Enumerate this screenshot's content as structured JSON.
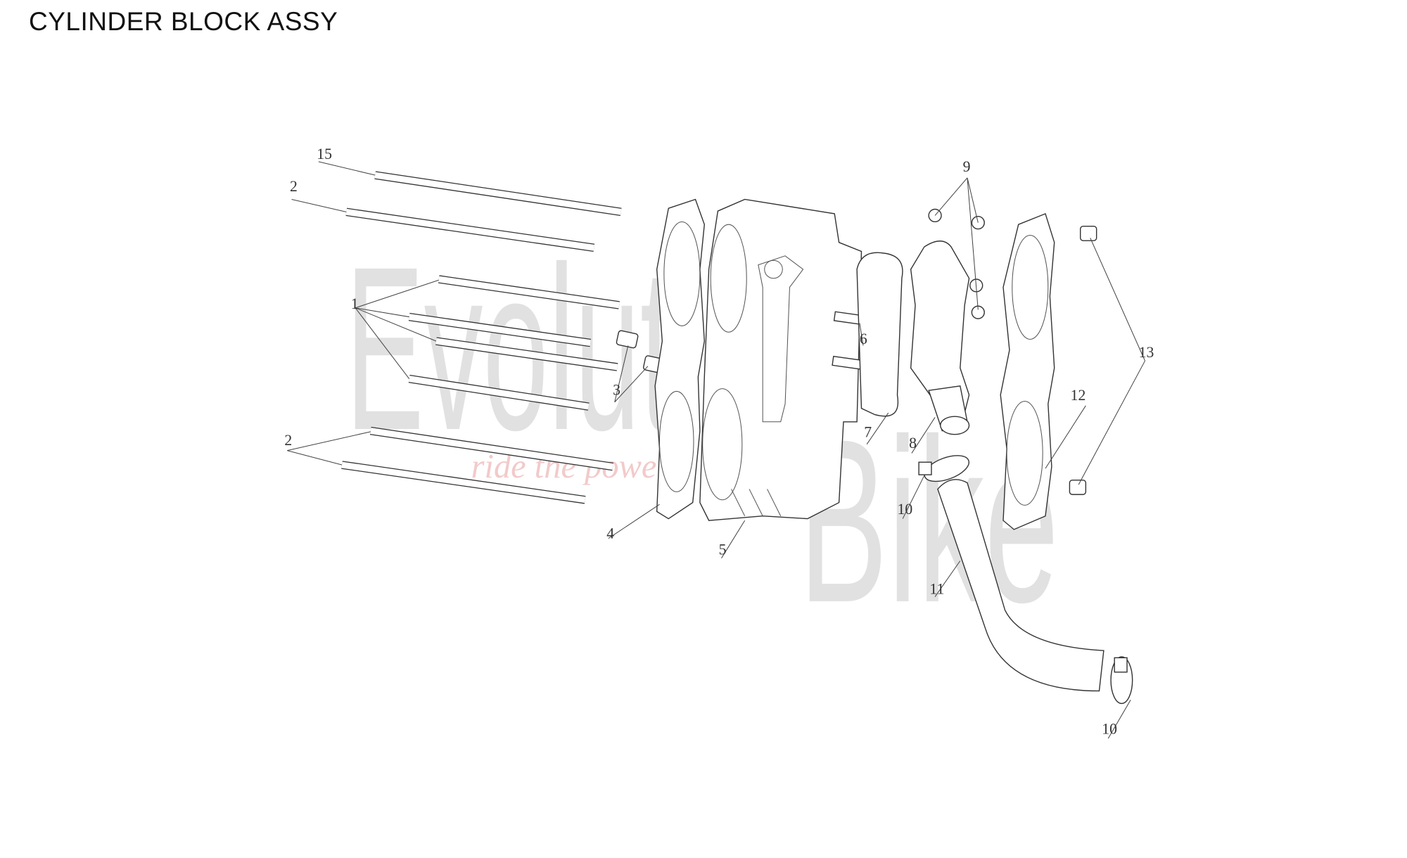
{
  "title": "CYLINDER BLOCK ASSY",
  "watermark": {
    "brand_line1": "Evolution",
    "brand_line2": "Bike",
    "tagline": "ride the power"
  },
  "callouts": {
    "c15": "15",
    "c2a": "2",
    "c1": "1",
    "c3": "3",
    "c2b": "2",
    "c4": "4",
    "c5": "5",
    "c6": "6",
    "c7": "7",
    "c8": "8",
    "c9": "9",
    "c10a": "10",
    "c11": "11",
    "c12": "12",
    "c13": "13",
    "c10b": "10"
  }
}
